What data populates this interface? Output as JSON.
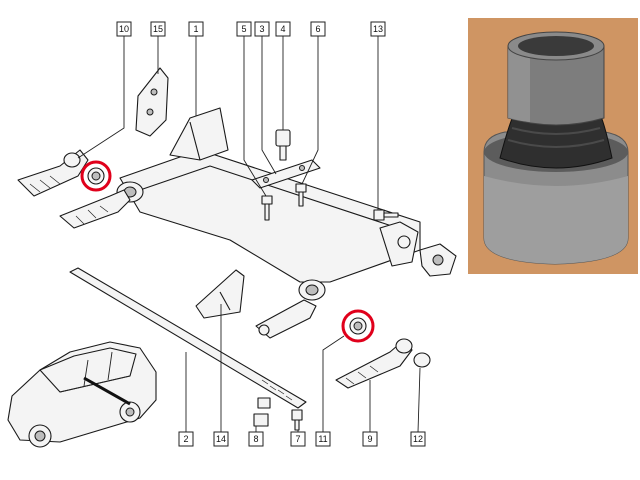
{
  "callouts": [
    {
      "id": "10",
      "label": "10"
    },
    {
      "id": "15",
      "label": "15"
    },
    {
      "id": "1",
      "label": "1"
    },
    {
      "id": "5",
      "label": "5"
    },
    {
      "id": "3",
      "label": "3"
    },
    {
      "id": "4",
      "label": "4"
    },
    {
      "id": "6",
      "label": "6"
    },
    {
      "id": "13",
      "label": "13"
    },
    {
      "id": "2",
      "label": "2"
    },
    {
      "id": "14",
      "label": "14"
    },
    {
      "id": "8",
      "label": "8"
    },
    {
      "id": "7",
      "label": "7"
    },
    {
      "id": "11",
      "label": "11"
    },
    {
      "id": "9",
      "label": "9"
    },
    {
      "id": "12",
      "label": "12"
    }
  ],
  "colors": {
    "highlight": "#e0001b",
    "line": "#1a1a1a",
    "photo_background": "#c98e5c",
    "bushing_rubber": "#3a3a3a",
    "bushing_metal": "#8f8f8f"
  }
}
